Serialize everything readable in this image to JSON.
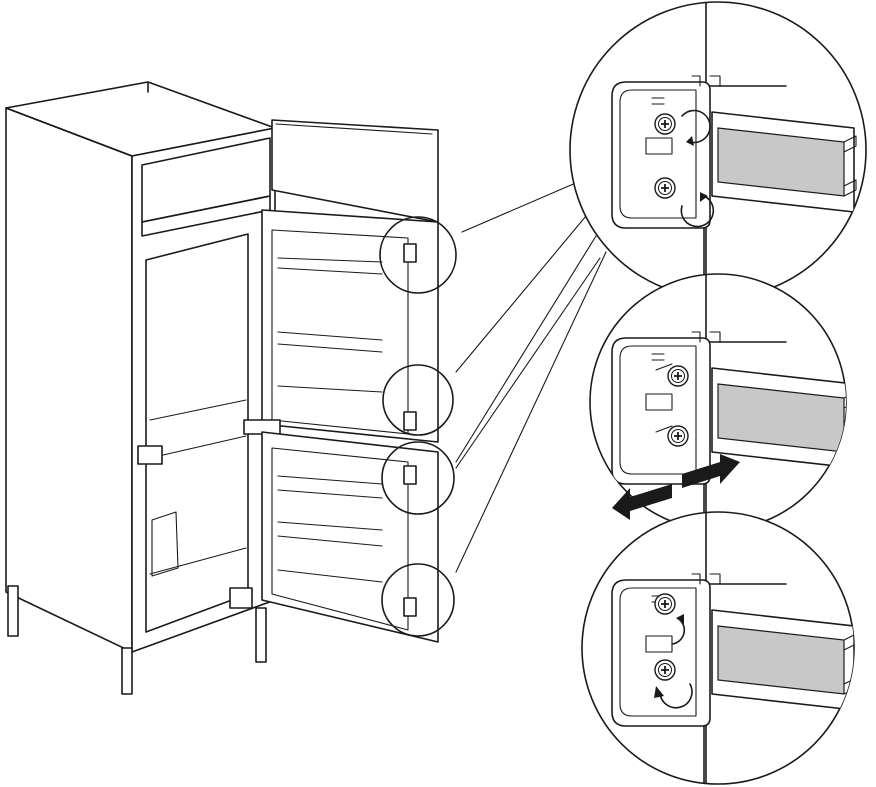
{
  "diagram": {
    "kind": "installation-instruction",
    "text_present": false,
    "colors": {
      "line": "#1a1a1a",
      "background": "#ffffff",
      "gasket": "#c8c8c8"
    },
    "detail_views": [
      {
        "step": "loosen-screws",
        "icon": "rotate-arrow-icon"
      },
      {
        "step": "slide-door-adjust",
        "icon": "double-arrow-icon"
      },
      {
        "step": "tighten-screws",
        "icon": "rotate-arrow-icon"
      }
    ],
    "hinge_count": 4
  }
}
